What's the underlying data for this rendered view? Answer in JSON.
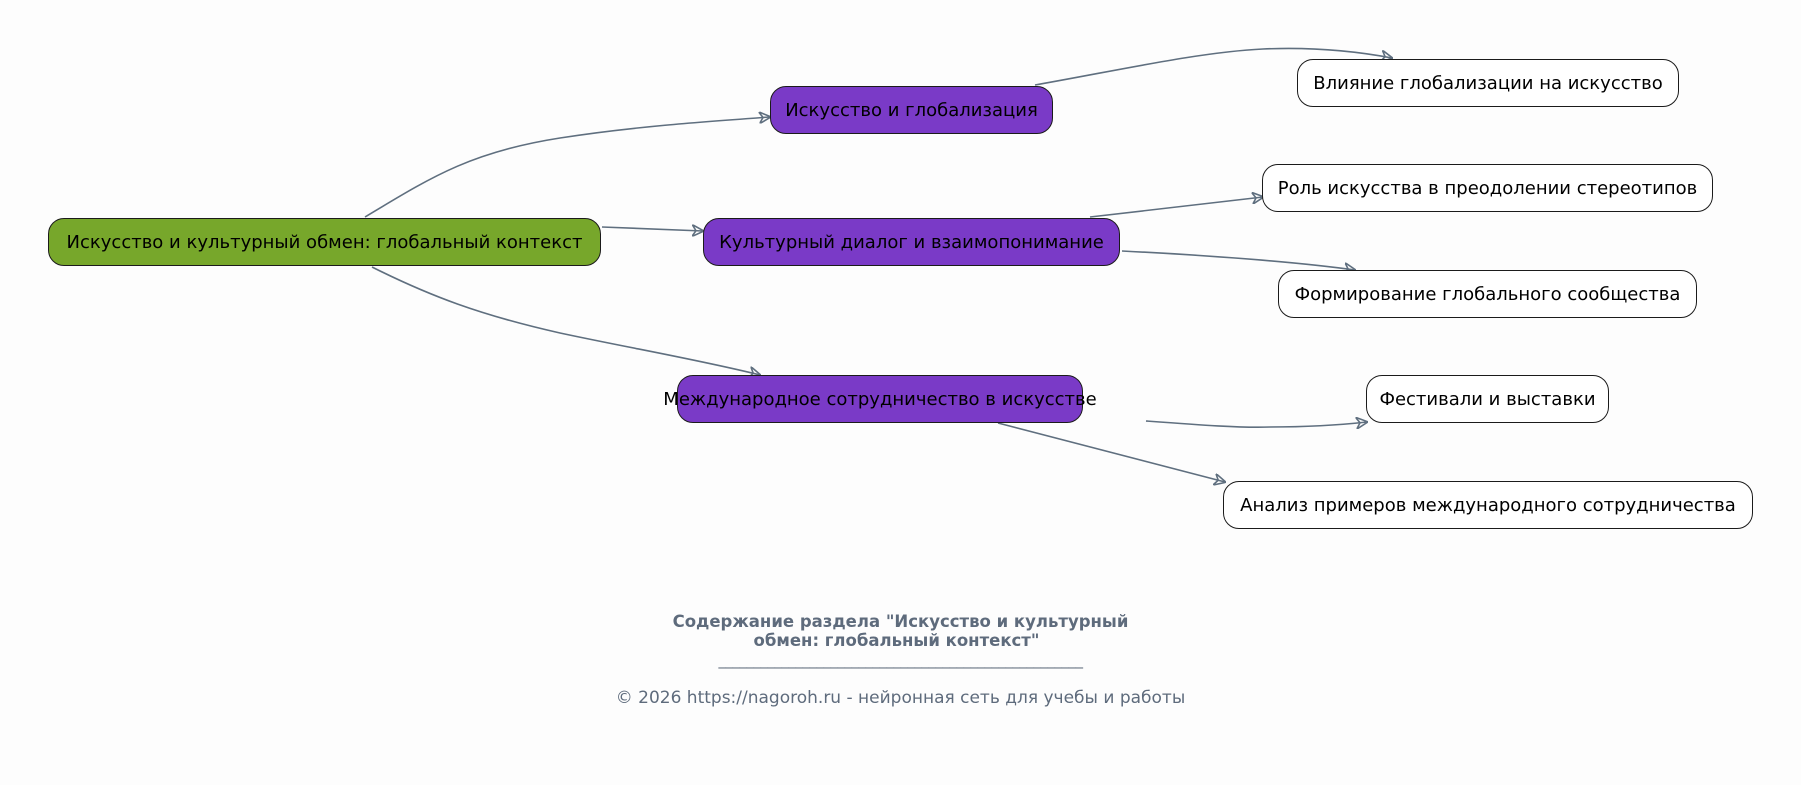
{
  "colors": {
    "background": "#fdfdfd",
    "root_fill": "#77a72b",
    "branch_fill": "#7a3ac7",
    "leaf_fill": "#ffffff",
    "edge": "#5f6f7f",
    "caption_text": "#5e6b7c"
  },
  "root": {
    "label": "Искусство и культурный обмен: глобальный контекст"
  },
  "branches": [
    {
      "label": "Искусство и глобализация",
      "children": [
        {
          "label": "Влияние глобализации на искусство"
        }
      ]
    },
    {
      "label": "Культурный диалог и взаимопонимание",
      "children": [
        {
          "label": "Роль искусства в преодолении стереотипов"
        },
        {
          "label": "Формирование глобального сообщества"
        }
      ]
    },
    {
      "label": "Международное сотрудничество в искусстве",
      "children": [
        {
          "label": "Фестивали и выставки"
        },
        {
          "label": "Анализ примеров международного сотрудничества"
        }
      ]
    }
  ],
  "footer": {
    "title_line1": "Содержание раздела \"Искусство и культурный",
    "title_line2": "обмен: глобальный контекст\"",
    "rule": "____________________________________________________",
    "copyright": "© 2026 https://nagoroh.ru - нейронная сеть для учебы и работы"
  }
}
